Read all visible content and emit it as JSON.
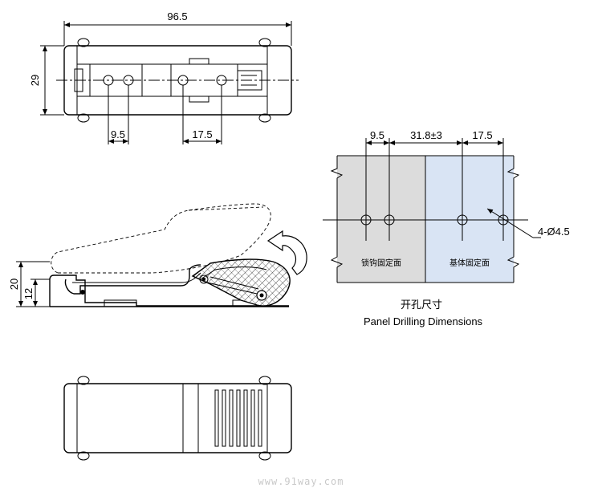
{
  "top_view": {
    "overall_width": "96.5",
    "height": "29",
    "hole_spacing_left": "9.5",
    "hole_spacing_right": "17.5"
  },
  "side_view": {
    "height_total": "20",
    "height_body": "12"
  },
  "drilling": {
    "dim_a": "9.5",
    "dim_b": "31.8±3",
    "dim_c": "17.5",
    "hole_callout": "4-Ø4.5",
    "left_panel_label": "锁钩固定面",
    "right_panel_label": "基体固定面",
    "title_cn": "开孔尺寸",
    "title_en": "Panel Drilling Dimensions",
    "colors": {
      "left_panel": "#dcdcdc",
      "right_panel": "#d9e4f4"
    }
  },
  "watermark": "www.91way.com"
}
